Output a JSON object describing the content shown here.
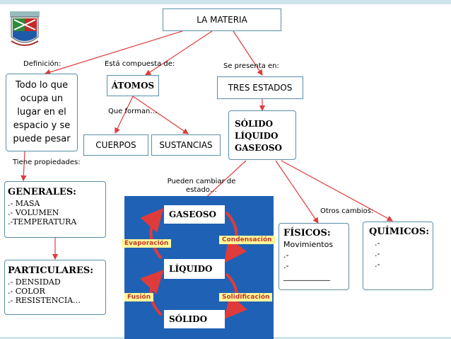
{
  "title": "LA MATERIA",
  "links": {
    "definicion": "Definición:",
    "compuesta": "Está compuesta de:",
    "presenta": "Se presenta en:",
    "forman": "Que forman…",
    "propiedades": "Tiene propiedades:",
    "pueden_cambiar": "Pueden cambiar de estado…",
    "otros_cambios": "Otros cambios:"
  },
  "definition": "Todo lo que ocupa un lugar en el espacio y se puede pesar",
  "atomos": "ÁTOMOS",
  "tres_estados": "TRES ESTADOS",
  "estados": [
    "SÓLIDO",
    "LÍQUIDO",
    "GASEOSO"
  ],
  "cuerpos": "CUERPOS",
  "sustancias": "SUSTANCIAS",
  "generales": {
    "title": "GENERALES:",
    "items": [
      ".- MASA",
      ".- VOLUMEN",
      ".-TEMPERATURA"
    ]
  },
  "particulares": {
    "title": "PARTICULARES:",
    "items": [
      ".- DENSIDAD",
      ".- COLOR",
      ".- RESISTENCIA…"
    ]
  },
  "cycle": {
    "gaseoso": "GASEOSO",
    "liquido": "LÍQUIDO",
    "solido": "SÓLIDO",
    "evaporacion": "Evaporación",
    "condensacion": "Condensación",
    "fusion": "Fusión",
    "solidificacion": "Solidificación"
  },
  "fisicos": {
    "title": "FÍSICOS:",
    "lines": [
      "Movimientos",
      ".-",
      ".-",
      "____________"
    ]
  },
  "quimicos": {
    "title": "QUÍMICOS:",
    "lines": [
      ".-",
      ".-",
      ".-"
    ]
  },
  "colors": {
    "arrow": "#e03b3b",
    "border": "#5a8fa8",
    "panel": "#1f62b5",
    "yellow_label": "#fff79a"
  }
}
